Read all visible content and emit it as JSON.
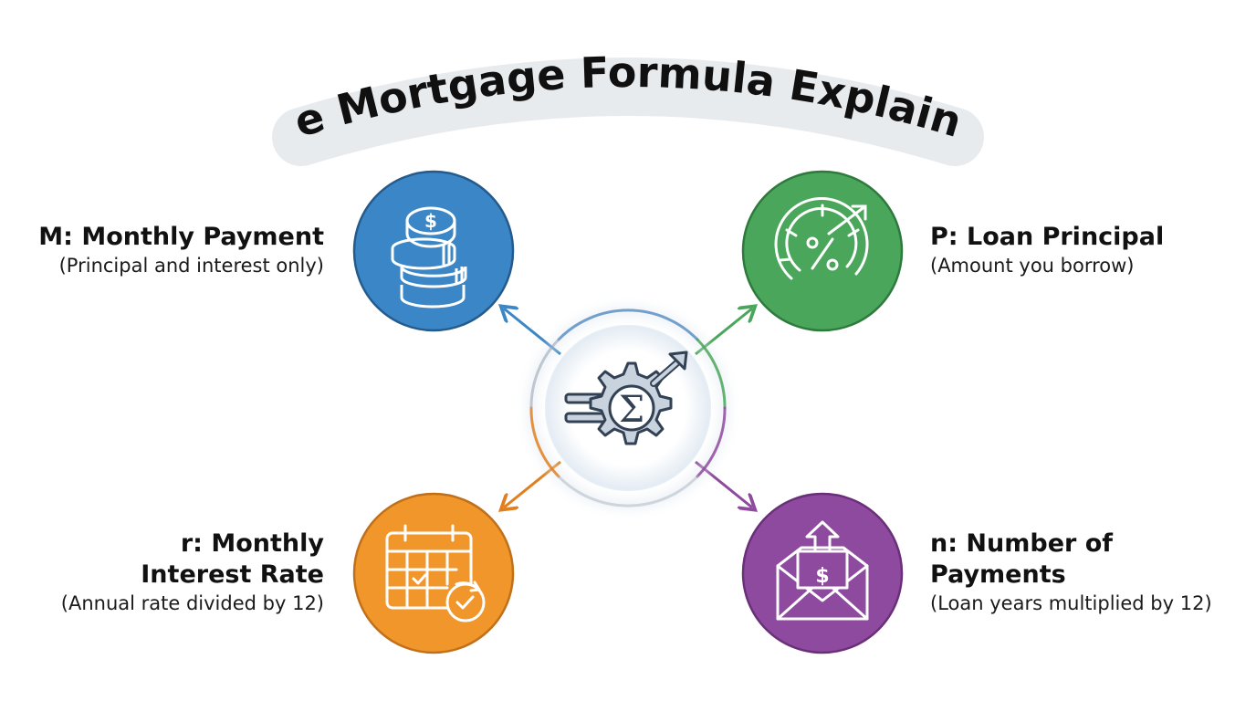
{
  "title": "The Mortgage Formula Explained",
  "center": {
    "icon": "formula-gear-icon"
  },
  "nodes": [
    {
      "id": "M",
      "heading": "M: Monthly Payment",
      "subtitle": "(Principal and interest only)",
      "color": "#3a86c6",
      "icon": "coin-stack-icon"
    },
    {
      "id": "P",
      "heading": "P: Loan Principal",
      "subtitle": "(Amount you borrow)",
      "color": "#4aa65a",
      "icon": "percent-gauge-icon"
    },
    {
      "id": "r",
      "heading_line1": "r: Monthly",
      "heading_line2": "Interest Rate",
      "subtitle": "(Annual rate divided by 12)",
      "color": "#f0962a",
      "icon": "calendar-check-icon"
    },
    {
      "id": "n",
      "heading_line1": "n: Number of",
      "heading_line2": "Payments",
      "subtitle": "(Loan years multiplied by 12)",
      "color": "#8e4a9e",
      "icon": "envelope-dollar-icon"
    }
  ]
}
